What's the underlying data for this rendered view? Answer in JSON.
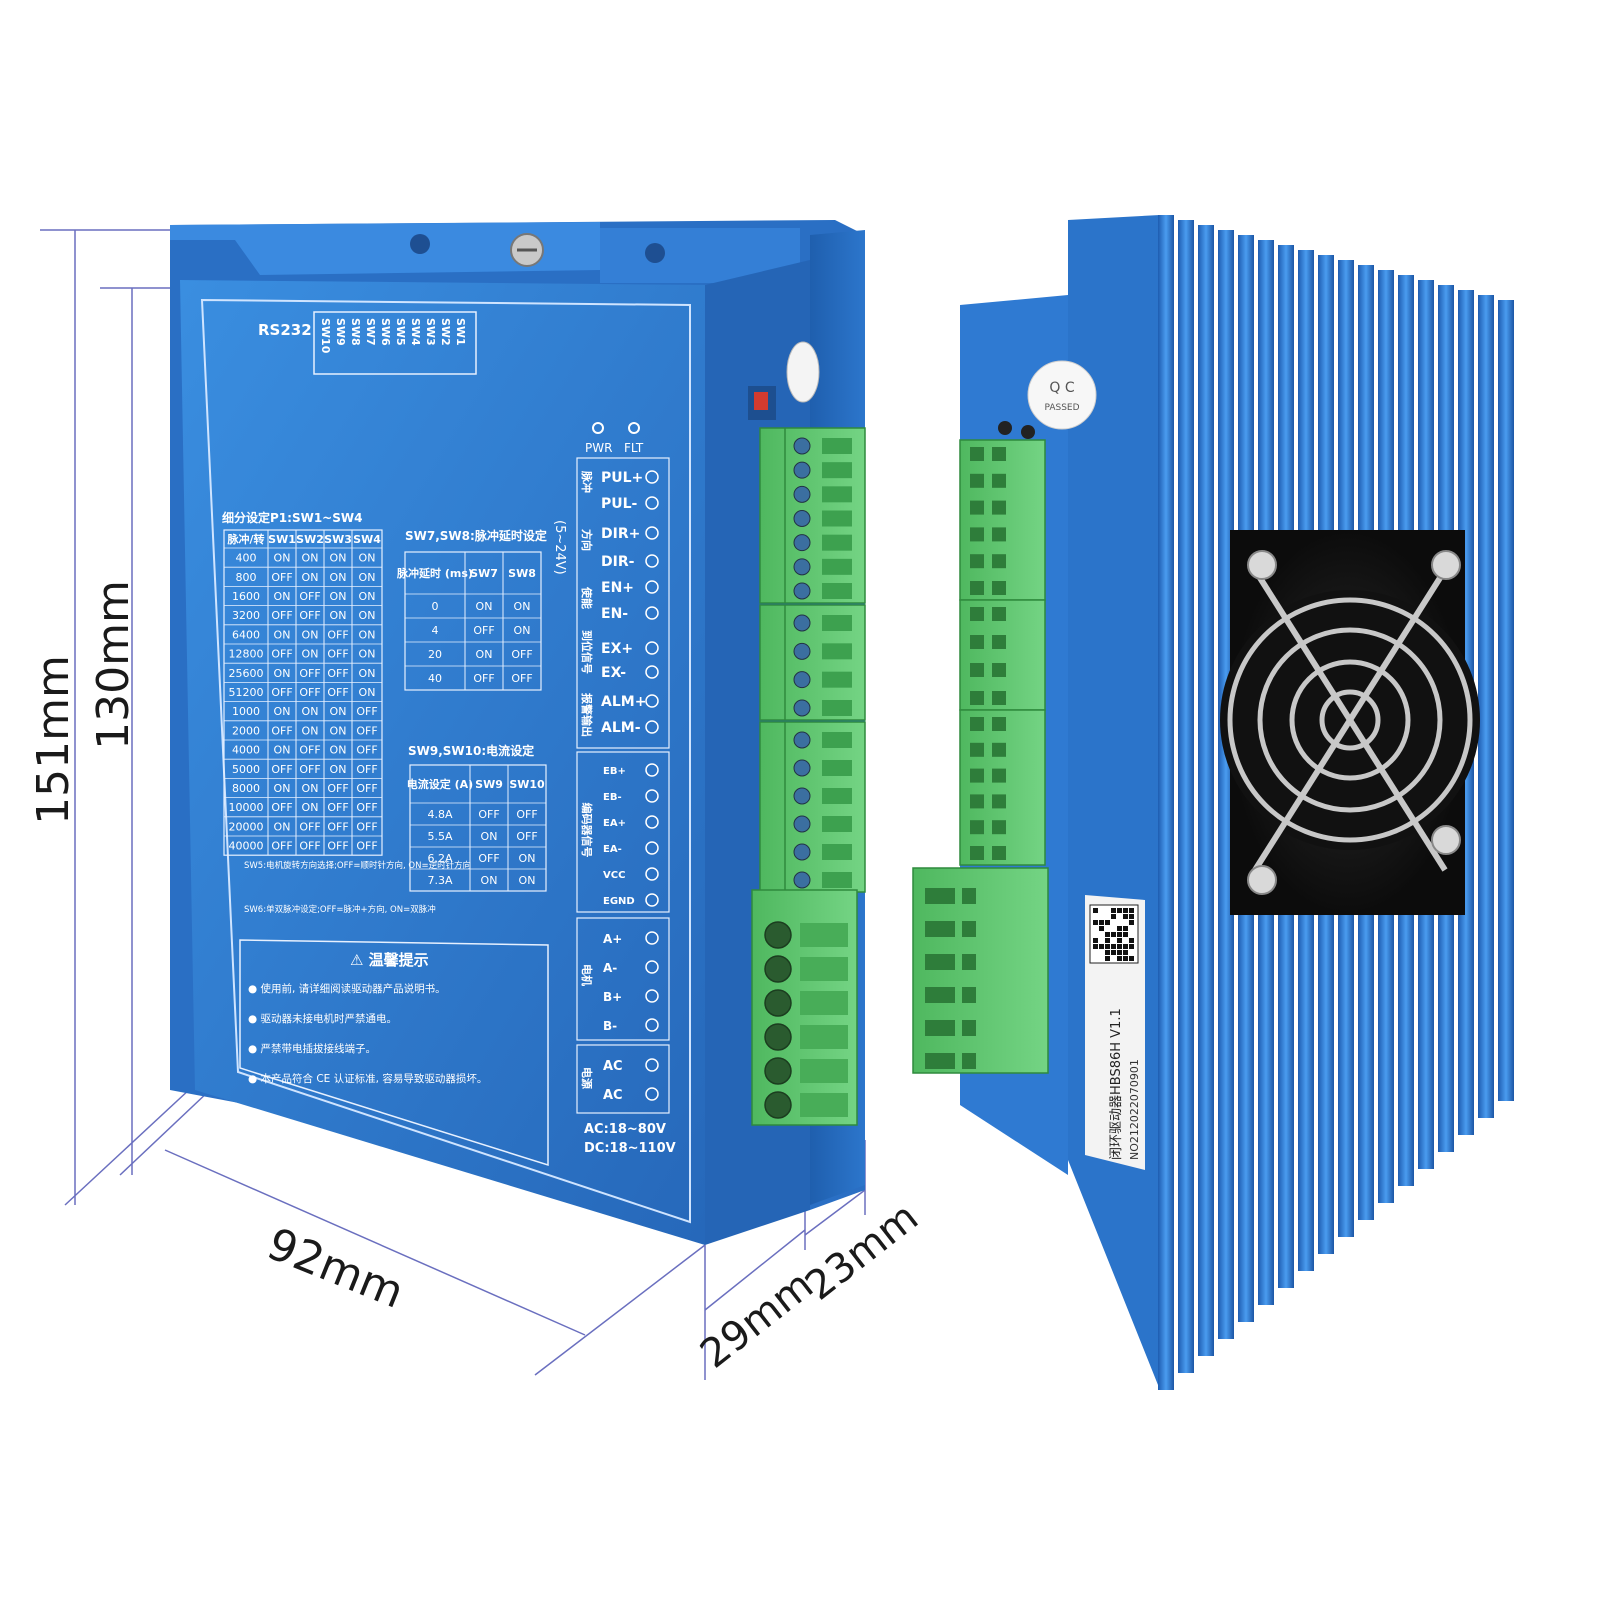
{
  "dimensions": {
    "height_outer": "151mm",
    "height_inner": "130mm",
    "width": "92mm",
    "depth_body": "29mm",
    "depth_rail": "23mm"
  },
  "panel": {
    "rs232": "RS232",
    "switch_labels": [
      "SW10",
      "SW9",
      "SW8",
      "SW7",
      "SW6",
      "SW5",
      "SW4",
      "SW3",
      "SW2",
      "SW1"
    ],
    "pwr": "PWR",
    "flt": "FLT",
    "signal_voltage": "(5~24V)",
    "microstep": {
      "title": "细分设定P1:SW1~SW4",
      "headers": [
        "脉冲/转",
        "SW1",
        "SW2",
        "SW3",
        "SW4"
      ],
      "rows": [
        [
          "400",
          "ON",
          "ON",
          "ON",
          "ON"
        ],
        [
          "800",
          "OFF",
          "ON",
          "ON",
          "ON"
        ],
        [
          "1600",
          "ON",
          "OFF",
          "ON",
          "ON"
        ],
        [
          "3200",
          "OFF",
          "OFF",
          "ON",
          "ON"
        ],
        [
          "6400",
          "ON",
          "ON",
          "OFF",
          "ON"
        ],
        [
          "12800",
          "OFF",
          "ON",
          "OFF",
          "ON"
        ],
        [
          "25600",
          "ON",
          "OFF",
          "OFF",
          "ON"
        ],
        [
          "51200",
          "OFF",
          "OFF",
          "OFF",
          "ON"
        ],
        [
          "1000",
          "ON",
          "ON",
          "ON",
          "OFF"
        ],
        [
          "2000",
          "OFF",
          "ON",
          "ON",
          "OFF"
        ],
        [
          "4000",
          "ON",
          "OFF",
          "ON",
          "OFF"
        ],
        [
          "5000",
          "OFF",
          "OFF",
          "ON",
          "OFF"
        ],
        [
          "8000",
          "ON",
          "ON",
          "OFF",
          "OFF"
        ],
        [
          "10000",
          "OFF",
          "ON",
          "OFF",
          "OFF"
        ],
        [
          "20000",
          "ON",
          "OFF",
          "OFF",
          "OFF"
        ],
        [
          "40000",
          "OFF",
          "OFF",
          "OFF",
          "OFF"
        ]
      ]
    },
    "delay": {
      "title": "SW7,SW8:脉冲延时设定",
      "headers": [
        "脉冲延时 (ms)",
        "SW7",
        "SW8"
      ],
      "rows": [
        [
          "0",
          "ON",
          "ON"
        ],
        [
          "4",
          "OFF",
          "ON"
        ],
        [
          "20",
          "ON",
          "OFF"
        ],
        [
          "40",
          "OFF",
          "OFF"
        ]
      ]
    },
    "current": {
      "title": "SW9,SW10:电流设定",
      "headers": [
        "电流设定 (A)",
        "SW9",
        "SW10"
      ],
      "rows": [
        [
          "4.8A",
          "OFF",
          "OFF"
        ],
        [
          "5.5A",
          "ON",
          "OFF"
        ],
        [
          "6.2A",
          "OFF",
          "ON"
        ],
        [
          "7.3A",
          "ON",
          "ON"
        ]
      ]
    },
    "notes": {
      "sw5": "SW5:电机旋转方向选择;OFF=顺时针方向, ON=逆时针方向",
      "sw6": "SW6:单双脉冲设定;OFF=脉冲+方向, ON=双脉冲"
    },
    "warning": {
      "title": "⚠ 温馨提示",
      "items": [
        "● 使用前, 请详细阅读驱动器产品说明书。",
        "● 驱动器未接电机时严禁通电。",
        "● 严禁带电插拔接线端子。",
        "● 本产品符合 CE 认证标准, 容易导致驱动器损坏。"
      ]
    },
    "terminals": {
      "pulse_group": "脉冲",
      "dir_group": "方向",
      "en_group": "使能",
      "ex_group": "到位信号",
      "alm_group": "报警输出",
      "enc_group": "编码器信号",
      "motor_group": "电机",
      "power_group": "电源",
      "signals": [
        "PUL+",
        "PUL-",
        "DIR+",
        "DIR-",
        "EN+",
        "EN-",
        "EX+",
        "EX-",
        "ALM+",
        "ALM-"
      ],
      "encoder": [
        "EB+",
        "EB-",
        "EA+",
        "EA-",
        "VCC",
        "EGND"
      ],
      "motor": [
        "A+",
        "A-",
        "B+",
        "B-"
      ],
      "power": [
        "AC",
        "AC"
      ]
    },
    "supply_ac": "AC:18~80V",
    "supply_dc": "DC:18~110V"
  },
  "side": {
    "qc": "Q C",
    "qc_passed": "PASSED",
    "model": "闭环驱动器HBS86H V1.1",
    "serial": "NO21202207090​1"
  },
  "colors": {
    "body_blue": "#2f7fd6",
    "panel_blue": "#2a7ad2",
    "terminal_green": "#58c46b",
    "dimension_line": "#6a6fbf"
  }
}
